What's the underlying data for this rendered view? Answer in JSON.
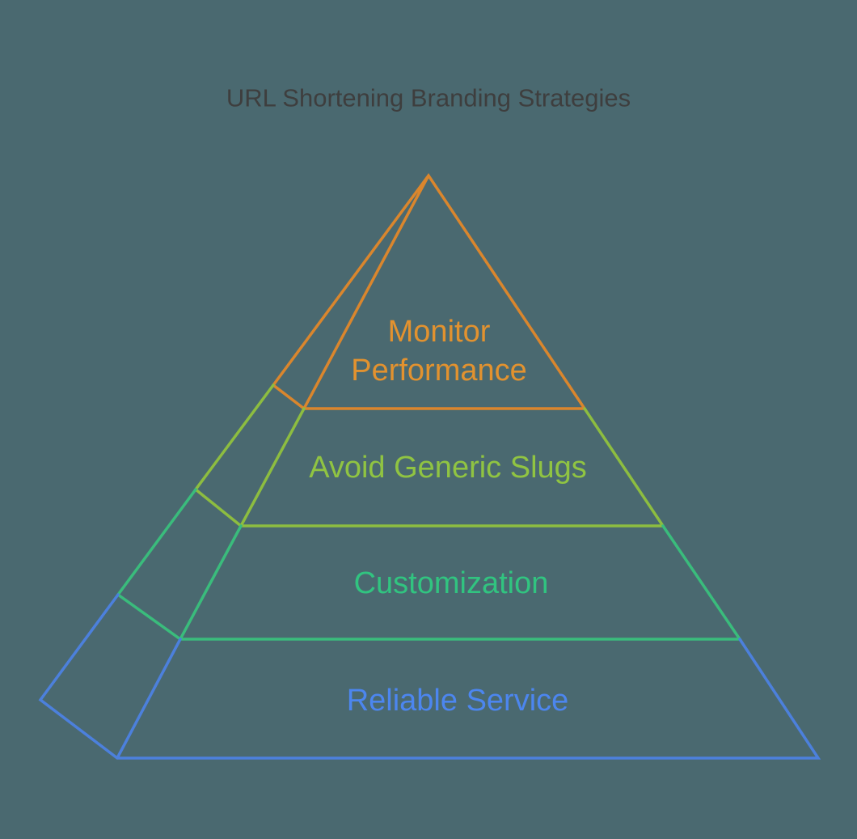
{
  "background_color": "#4A6970",
  "title": {
    "text": "URL Shortening Branding Strategies",
    "color": "#3E3E3E"
  },
  "diagram": {
    "type": "pyramid",
    "level_count": 4,
    "levels": [
      {
        "rank": 1,
        "label": "Monitor Performance",
        "label_lines": [
          "Monitor",
          "Performance"
        ],
        "stroke_color": "#DA862D",
        "text_color": "#E2922F"
      },
      {
        "rank": 2,
        "label": "Avoid Generic Slugs",
        "stroke_color": "#8DBD40",
        "text_color": "#90C442"
      },
      {
        "rank": 3,
        "label": "Customization",
        "stroke_color": "#3ABC7C",
        "text_color": "#31C480"
      },
      {
        "rank": 4,
        "label": "Reliable Service",
        "stroke_color": "#4C80DC",
        "text_color": "#4C86EF"
      }
    ]
  }
}
